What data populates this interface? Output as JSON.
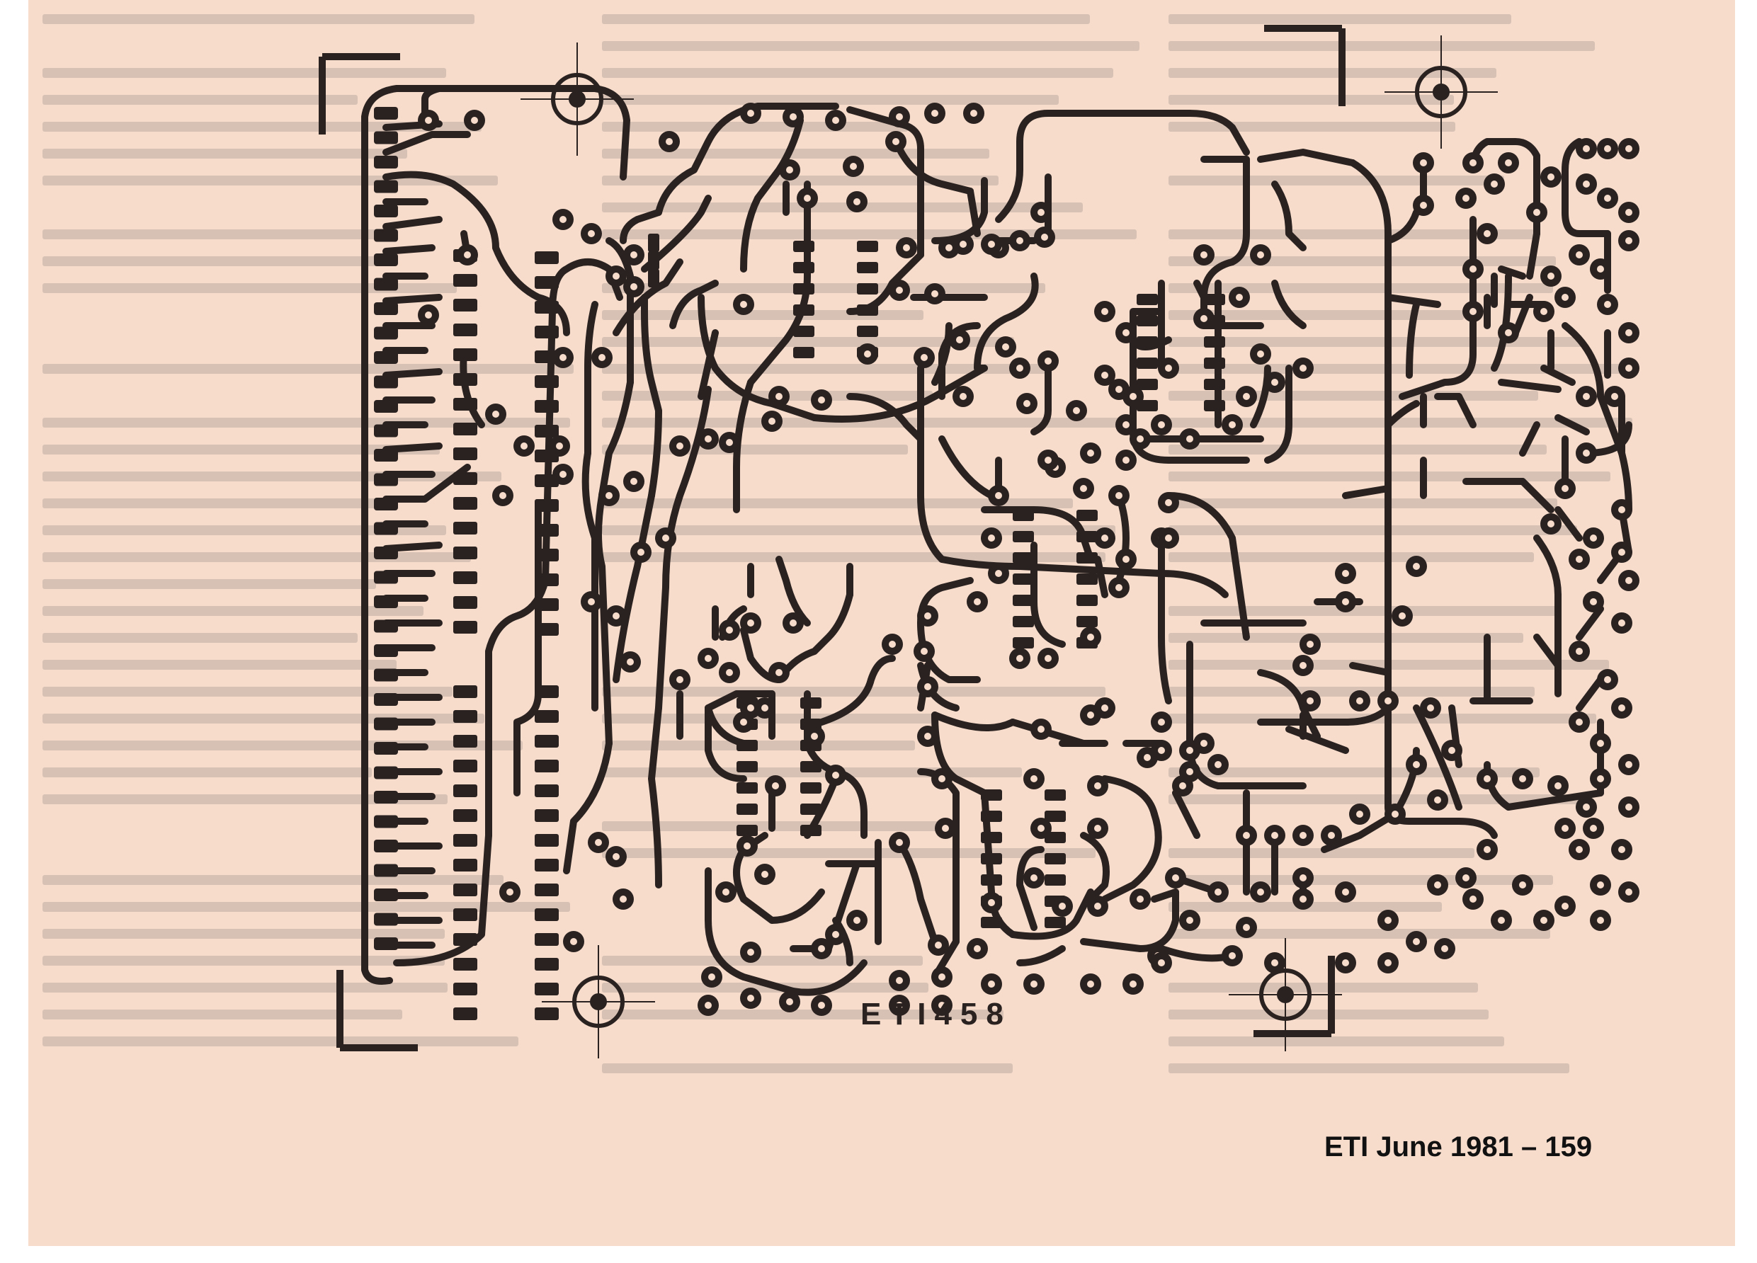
{
  "board": {
    "label": "ETI458"
  },
  "footer": {
    "magazine": "ETI",
    "issue": "June 1981",
    "separator": "–",
    "page_number": "159"
  },
  "colors": {
    "paper": "#f7dccb",
    "track": "#2a2220",
    "bleed_text": "#9a8e8a"
  }
}
